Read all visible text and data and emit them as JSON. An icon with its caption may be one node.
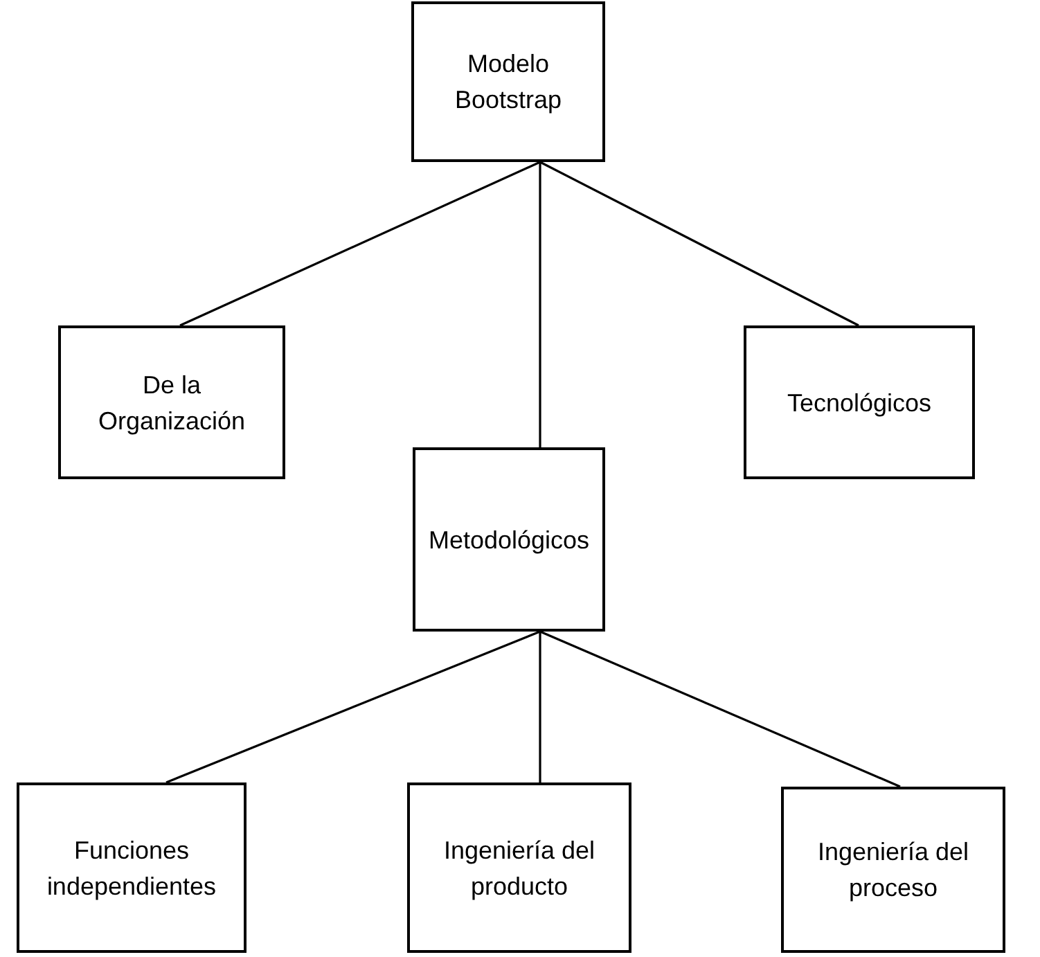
{
  "diagram": {
    "nodes": [
      {
        "text": [
          "Modelo Bootstrap"
        ]
      },
      {
        "text": [
          "De la Organización"
        ]
      },
      {
        "text": [
          "Metodológicos"
        ]
      },
      {
        "text": [
          "Tecnológicos"
        ]
      },
      {
        "text": [
          "Funciones independientes"
        ]
      },
      {
        "text": [
          "Ingeniería del producto"
        ]
      },
      {
        "text": [
          "Ingeniería del proceso"
        ]
      }
    ],
    "edges": [
      {
        "from": 0,
        "to": 1,
        "arrow": "none"
      },
      {
        "from": 0,
        "to": 2,
        "arrow": "none"
      },
      {
        "from": 0,
        "to": 3,
        "arrow": "none"
      },
      {
        "from": 2,
        "to": 4,
        "arrow": "none"
      },
      {
        "from": 2,
        "to": 5,
        "arrow": "none"
      },
      {
        "from": 2,
        "to": 6,
        "arrow": "none"
      }
    ]
  }
}
